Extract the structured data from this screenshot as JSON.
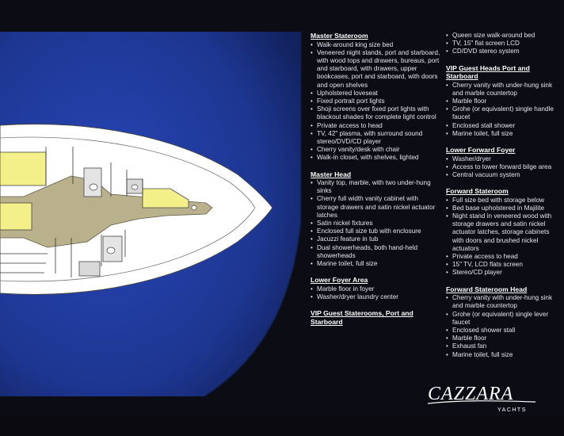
{
  "col1": [
    {
      "title": "Master Stateroom",
      "items": [
        "Walk-around king size bed",
        "Veneered night stands, port and starboard, with wood tops and drawers, bureaus, port and starboard, with drawers, upper bookcases, port and starboard, with doors and open shelves",
        "Upholstered loveseat",
        "Fixed portrait port lights",
        "Shoji screens over fixed port lights with blackout shades for complete light control",
        "Private access to head",
        "TV, 42\" plasma, with surround sound stereo/DVD/CD player",
        "Cherry vanity/desk with chair",
        "Walk-in closet, with shelves, lighted"
      ]
    },
    {
      "title": "Master Head",
      "items": [
        "Vanity top, marble, with two under-hung sinks",
        "Cherry full width vanity cabinet with storage drawers and satin nickel actuator latches",
        "Satin nickel fixtures",
        "Enclosed full size tub with enclosure",
        "Jacuzzi feature in tub",
        "Dual showerheads, both hand-held showerheads",
        "Marine toilet, full size"
      ]
    },
    {
      "title": "Lower Foyer Area",
      "items": [
        "Marble floor in foyer",
        "Washer/dryer laundry center"
      ]
    },
    {
      "title": "VIP Guest Staterooms, Port and Starboard",
      "items": []
    }
  ],
  "col2": [
    {
      "title": "",
      "items": [
        "Queen size walk-around bed",
        "TV, 15\" flat screen LCD",
        "CD/DVD stereo system"
      ]
    },
    {
      "title": "VIP Guest Heads Port and Starboard",
      "items": [
        "Cherry vanity with under-hung sink and marble countertop",
        "Marble floor",
        "Grohe (or equivalent) single handle faucet",
        "Enclosed stall shower",
        "Marine toilet, full size"
      ]
    },
    {
      "title": "Lower Forward Foyer",
      "items": [
        "Washer/dryer",
        "Access to lower forward bilge area",
        "Central vacuum system"
      ]
    },
    {
      "title": "Forward Stateroom",
      "items": [
        "Full size bed with storage below",
        "Bed base upholstered in Majilite",
        "Night stand in veneered wood with storage drawers and satin nickel actuator latches, storage cabinets with doors and brushed nickel actuators",
        "Private access to head",
        "15\" TV, LCD flats screen",
        "Stereo/CD player"
      ]
    },
    {
      "title": "Forward Stateroom Head",
      "items": [
        "Cherry vanity with under-hung sink and marble countertop",
        "Grohe (or equivalent) single lever faucet",
        "Enclosed shower stall",
        "Marble floor",
        "Exhaust fan",
        "Marine toilet, full size"
      ]
    }
  ],
  "logo": {
    "brand": "CAZZARA",
    "sub": "YACHTS"
  },
  "colors": {
    "blue": "#1f3a98",
    "dark": "#0c0c14",
    "yellow": "#f3f08a",
    "floor": "#b9b08c"
  }
}
